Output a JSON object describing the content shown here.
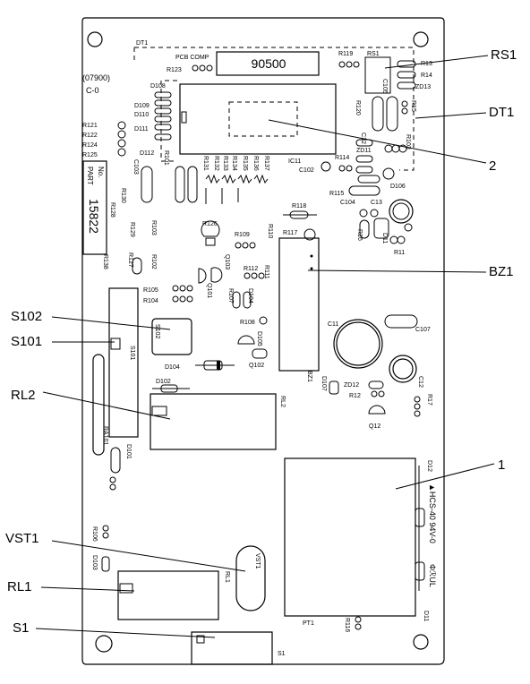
{
  "callouts": {
    "rs1": "RS1",
    "dt1": "DT1",
    "n2": "2",
    "bz1": "BZ1",
    "s102": "S102",
    "s101": "S101",
    "rl2": "RL2",
    "n1": "1",
    "vst1": "VST1",
    "rl1": "RL1",
    "s1": "S1"
  },
  "board": {
    "display_code": "90500",
    "model_code": "(07900)",
    "rev": "C-0",
    "pcb_comp": "PCB COMP",
    "dt1_silk": "DT1",
    "rs1_silk": "RS1",
    "part_label": "PART",
    "part_no_label": "No.",
    "part_number": "15822",
    "cert_mark": "▲HCS-40 94V-0",
    "cert_ul": "ΦℛUL"
  },
  "components": {
    "r119": "R119",
    "r123": "R123",
    "r13": "R13",
    "r14": "R14",
    "zd13": "ZD13",
    "r15": "R15",
    "c105": "C105",
    "r120": "R120",
    "r103": "R103",
    "d108": "D108",
    "d109": "D109",
    "d110": "D110",
    "d111": "D111",
    "d112": "D112",
    "r121": "R121",
    "r122": "R122",
    "r124": "R124",
    "r125": "R125",
    "c103": "C103",
    "r101": "R101",
    "r130": "R130",
    "r128": "R128",
    "r129": "R129",
    "r131": "R131",
    "r132": "R132",
    "r133": "R133",
    "r134": "R134",
    "r135": "R135",
    "r136r": "R136",
    "r137": "R137",
    "ic11": "IC11",
    "c102": "C102",
    "r114": "R114",
    "zd11": "ZD11",
    "c12": "C12",
    "r115": "R115",
    "c104": "C104",
    "c13": "C13",
    "d106": "D106",
    "r118": "R118",
    "r16": "R16",
    "d11": "D11",
    "r11": "R11",
    "r126": "R126",
    "r109": "R109",
    "r110": "R110",
    "r117": "R117",
    "q103": "Q103",
    "r112": "R112",
    "r111": "R111",
    "r105": "R105",
    "r104": "R104",
    "q101": "Q101",
    "r107": "R107",
    "d104": "D104",
    "r127": "R127",
    "r102": "R102",
    "r138": "R138",
    "r108": "R108",
    "d105": "D105",
    "q102": "Q102",
    "s102": "S102",
    "s101": "S101",
    "d104b": "D104",
    "c11": "C11",
    "c107": "C107",
    "c12b": "C12",
    "zd12": "ZD12",
    "r12": "R12",
    "q12": "Q12",
    "r17": "R17",
    "d107": "D107",
    "bz1": "BZ1",
    "d102": "D102",
    "rl2": "RL2",
    "ra101": "RA101",
    "d101": "D101",
    "d12": "D12",
    "r106": "R106",
    "d103": "D103",
    "vst1": "VST1",
    "rl1": "RL1",
    "pt1": "PT1",
    "r116": "R116",
    "d11b": "D11",
    "s1": "S1"
  }
}
